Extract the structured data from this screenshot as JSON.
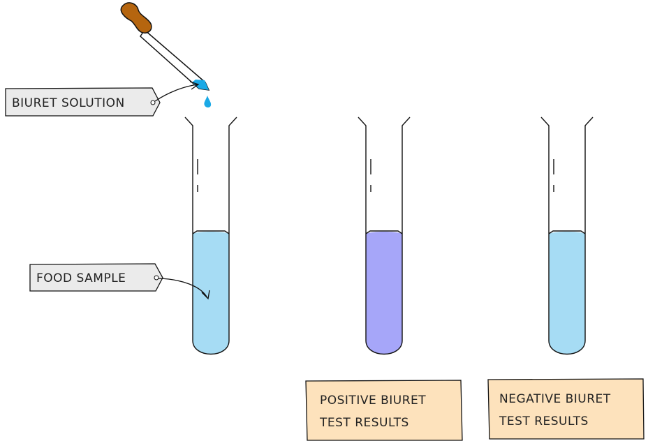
{
  "labels": {
    "biuret_solution": "BIURET  SOLUTION",
    "food_sample": "FOOD  SAMPLE"
  },
  "results": [
    {
      "line1": "POSITIVE  BIURET",
      "line2": "TEST RESULTS"
    },
    {
      "line1": "NEGATIVE  BIURET",
      "line2": "TEST RESULTS"
    }
  ],
  "colors": {
    "dropper_bulb": "#b5650f",
    "biuret_drop": "#1aa9e6",
    "food_sample_liquid": "#a6dcf4",
    "positive_liquid": "#a6a6f9",
    "negative_liquid": "#a6dcf4",
    "result_box": "#fde2bc",
    "label_tag": "#ebebeb"
  }
}
